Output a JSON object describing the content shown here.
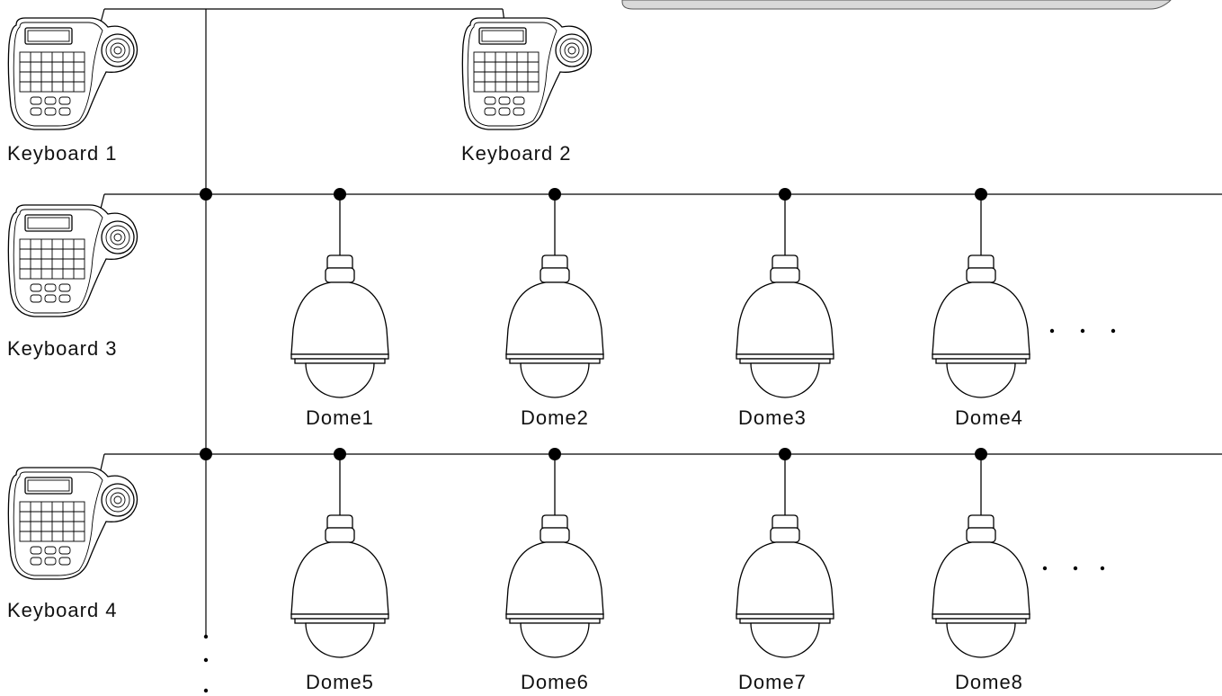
{
  "keyboards": [
    {
      "label": "Keyboard 1"
    },
    {
      "label": "Keyboard 2"
    },
    {
      "label": "Keyboard 3"
    },
    {
      "label": "Keyboard 4"
    }
  ],
  "domes": [
    {
      "label": "Dome1"
    },
    {
      "label": "Dome2"
    },
    {
      "label": "Dome3"
    },
    {
      "label": "Dome4"
    },
    {
      "label": "Dome5"
    },
    {
      "label": "Dome6"
    },
    {
      "label": "Dome7"
    },
    {
      "label": "Dome8"
    }
  ],
  "colors": {
    "line": "#000000",
    "panel": "#d9d9d9",
    "background": "#ffffff"
  }
}
